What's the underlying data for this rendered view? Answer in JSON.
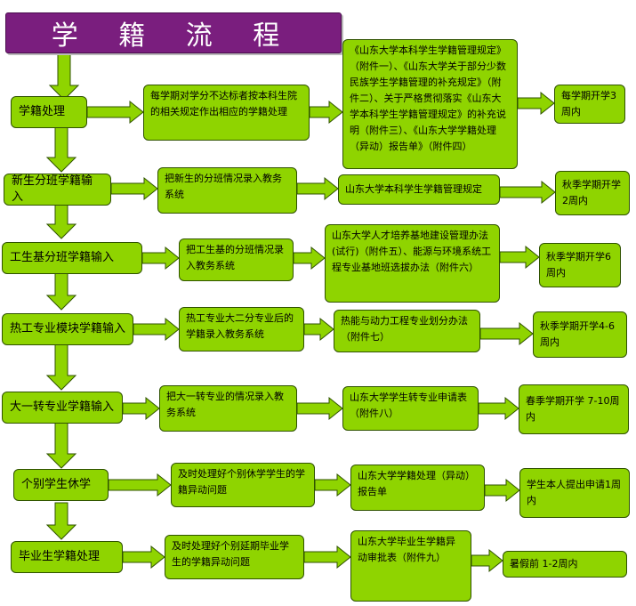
{
  "title": "学 籍 流 程",
  "colors": {
    "box_fill": "#8fd400",
    "box_border": "#2f5200",
    "title_fill": "#7a1e7e",
    "arrow_fill": "#8fd400"
  },
  "rows": [
    {
      "step": "学籍处理",
      "action": "每学期对学分不达标者按本科生院的相关规定作出相应的学籍处理",
      "document": "《山东大学本科学生学籍管理规定》（附件一）、《山东大学关于部分少数民族学生学籍管理的补充规定》（附件二）、关于严格贯彻落实《山东大学本科学生学籍管理规定》的补充说明（附件三）、《山东大学学籍处理（异动）报告单》（附件四）",
      "timing": "每学期开学3周内"
    },
    {
      "step": "新生分班学籍输入",
      "action": "把新生的分班情况录入教务系统",
      "document": "山东大学本科学生学籍管理规定",
      "timing": "秋季学期开学2周内"
    },
    {
      "step": "工生基分班学籍输入",
      "action": "把工生基的分班情况录入教务系统",
      "document": "山东大学人才培养基地建设管理办法(试行)（附件五）、能源与环境系统工程专业基地班选拔办法（附件六）",
      "timing": "秋季学期开学6周内"
    },
    {
      "step": "热工专业模块学籍输入",
      "action": "热工专业大二分专业后的学籍录入教务系统",
      "document": "热能与动力工程专业划分办法（附件七）",
      "timing": "秋季学期开学4-6周内"
    },
    {
      "step": "大一转专业学籍输入",
      "action": "把大一转专业的情况录入教务系统",
      "document": "山东大学学生转专业申请表（附件八）",
      "timing": "春季学期开学 7-10周内"
    },
    {
      "step": "个别学生休学",
      "action": "及时处理好个别休学学生的学籍异动问题",
      "document": "山东大学学籍处理（异动）报告单",
      "timing": "学生本人提出申请1周内"
    },
    {
      "step": "毕业生学籍处理",
      "action": "及时处理好个别延期毕业学生的学籍异动问题",
      "document": "山东大学毕业生学籍异动审批表（附件九）",
      "timing": "暑假前 1-2周内"
    }
  ]
}
